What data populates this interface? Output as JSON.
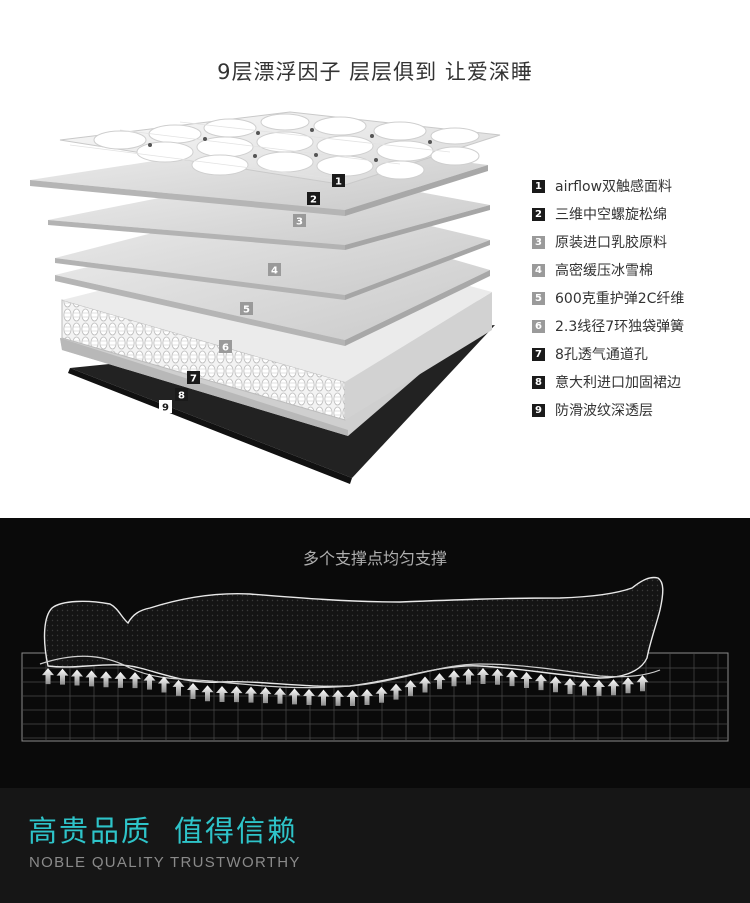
{
  "title": "9层漂浮因子  层层俱到  让爱深睡",
  "layer_badges": [
    "1",
    "2",
    "3",
    "4",
    "5",
    "6",
    "7",
    "8",
    "9"
  ],
  "legend": [
    {
      "num": "1",
      "label": "airflow双触感面料",
      "badge_color": "#1a1a1a"
    },
    {
      "num": "2",
      "label": "三维中空螺旋松绵",
      "badge_color": "#1a1a1a"
    },
    {
      "num": "3",
      "label": "原装进口乳胶原料",
      "badge_color": "#9a9a9a"
    },
    {
      "num": "4",
      "label": "高密缓压冰雪棉",
      "badge_color": "#9a9a9a"
    },
    {
      "num": "5",
      "label": "600克重护弹2C纤维",
      "badge_color": "#9a9a9a"
    },
    {
      "num": "6",
      "label": "2.3线径7环独袋弹簧",
      "badge_color": "#9a9a9a"
    },
    {
      "num": "7",
      "label": "8孔透气通道孔",
      "badge_color": "#1a1a1a"
    },
    {
      "num": "8",
      "label": "意大利进口加固裙边",
      "badge_color": "#1a1a1a"
    },
    {
      "num": "9",
      "label": "防滑波纹深透层",
      "badge_color": "#1a1a1a"
    }
  ],
  "support": {
    "title": "多个支撑点均匀支撑"
  },
  "quality": {
    "title_part1": "高贵品质",
    "title_part2": "值得信赖",
    "subtitle": "NOBLE QUALITY TRUSTWORTHY"
  },
  "colors": {
    "accent": "#2ec4c9",
    "dark_bg": "#0a0a0a",
    "footer_bg": "#161616"
  }
}
